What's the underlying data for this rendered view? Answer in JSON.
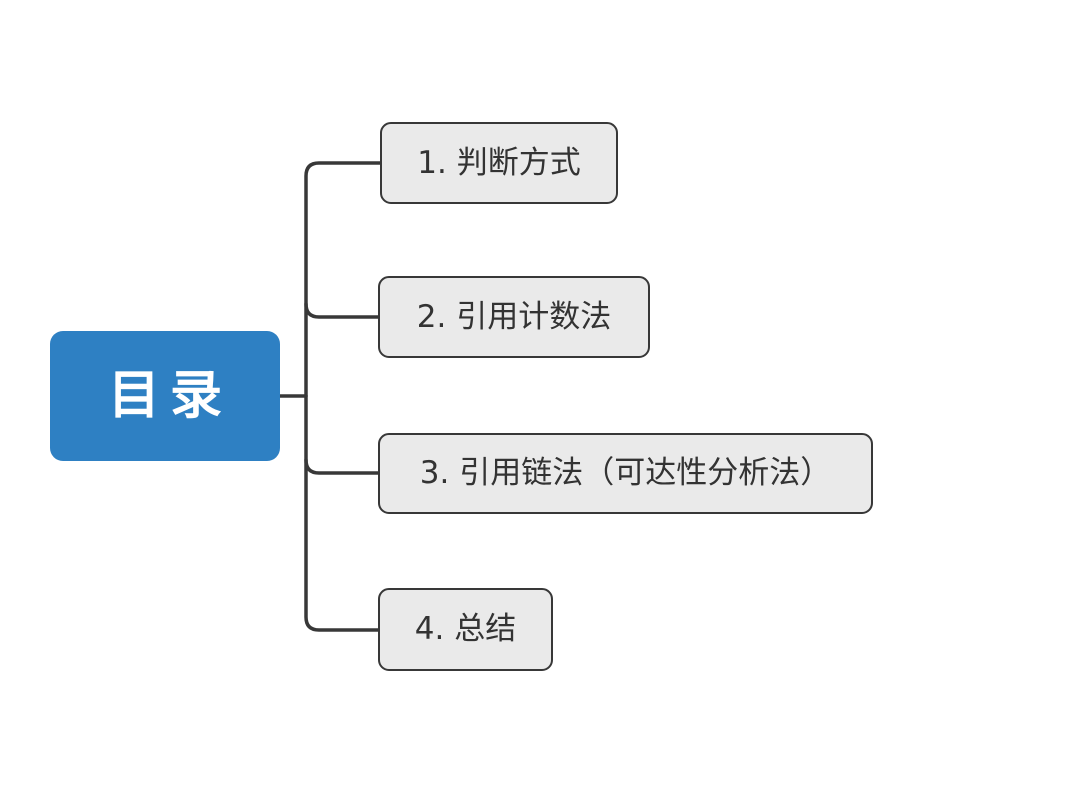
{
  "diagram": {
    "type": "mindmap",
    "root": {
      "label": "目录"
    },
    "children": [
      {
        "label": "1. 判断方式"
      },
      {
        "label": "2. 引用计数法"
      },
      {
        "label": "3. 引用链法（可达性分析法）"
      },
      {
        "label": "4. 总结"
      }
    ]
  },
  "colors": {
    "background": "#ffffff",
    "root_fill": "#2e80c3",
    "root_text": "#ffffff",
    "child_fill": "#eaeaea",
    "child_border": "#383838",
    "child_text": "#333333",
    "connector": "#383838"
  }
}
